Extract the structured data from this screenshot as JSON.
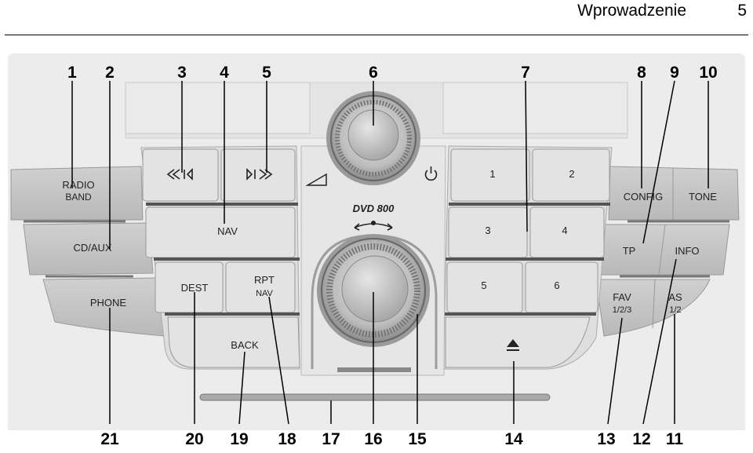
{
  "header": {
    "section": "Wprowadzenie",
    "page_number": "5"
  },
  "panel": {
    "model": "DVD 800",
    "buttons": {
      "radio": "RADIO",
      "radio_sub": "BAND",
      "cdaux": "CD/AUX",
      "phone": "PHONE",
      "nav": "NAV",
      "dest": "DEST",
      "rpt": "RPT",
      "rpt_sub": "NAV",
      "back": "BACK",
      "p1": "1",
      "p2": "2",
      "p3": "3",
      "p4": "4",
      "p5": "5",
      "p6": "6",
      "config": "CONFIG",
      "tone": "TONE",
      "tp": "TP",
      "info": "INFO",
      "fav": "FAV",
      "fav_sub": "1/2/3",
      "as": "AS",
      "as_sub": "1/2"
    }
  },
  "callouts": {
    "c1": "1",
    "c2": "2",
    "c3": "3",
    "c4": "4",
    "c5": "5",
    "c6": "6",
    "c7": "7",
    "c8": "8",
    "c9": "9",
    "c10": "10",
    "c11": "11",
    "c12": "12",
    "c13": "13",
    "c14": "14",
    "c15": "15",
    "c16": "16",
    "c17": "17",
    "c18": "18",
    "c19": "19",
    "c20": "20",
    "c21": "21"
  },
  "icons": {
    "seek_back": "seek-back-icon",
    "seek_forward": "seek-forward-icon",
    "volume": "volume-icon",
    "power": "power-icon",
    "eject": "eject-icon",
    "rotate": "rotate-arrows-icon"
  },
  "colors": {
    "panel_bg": "#eeeeee",
    "button": "#dcdcdc",
    "side_button": "#c4c4c4",
    "knob": "#b8b8b8",
    "line": "#000000"
  }
}
